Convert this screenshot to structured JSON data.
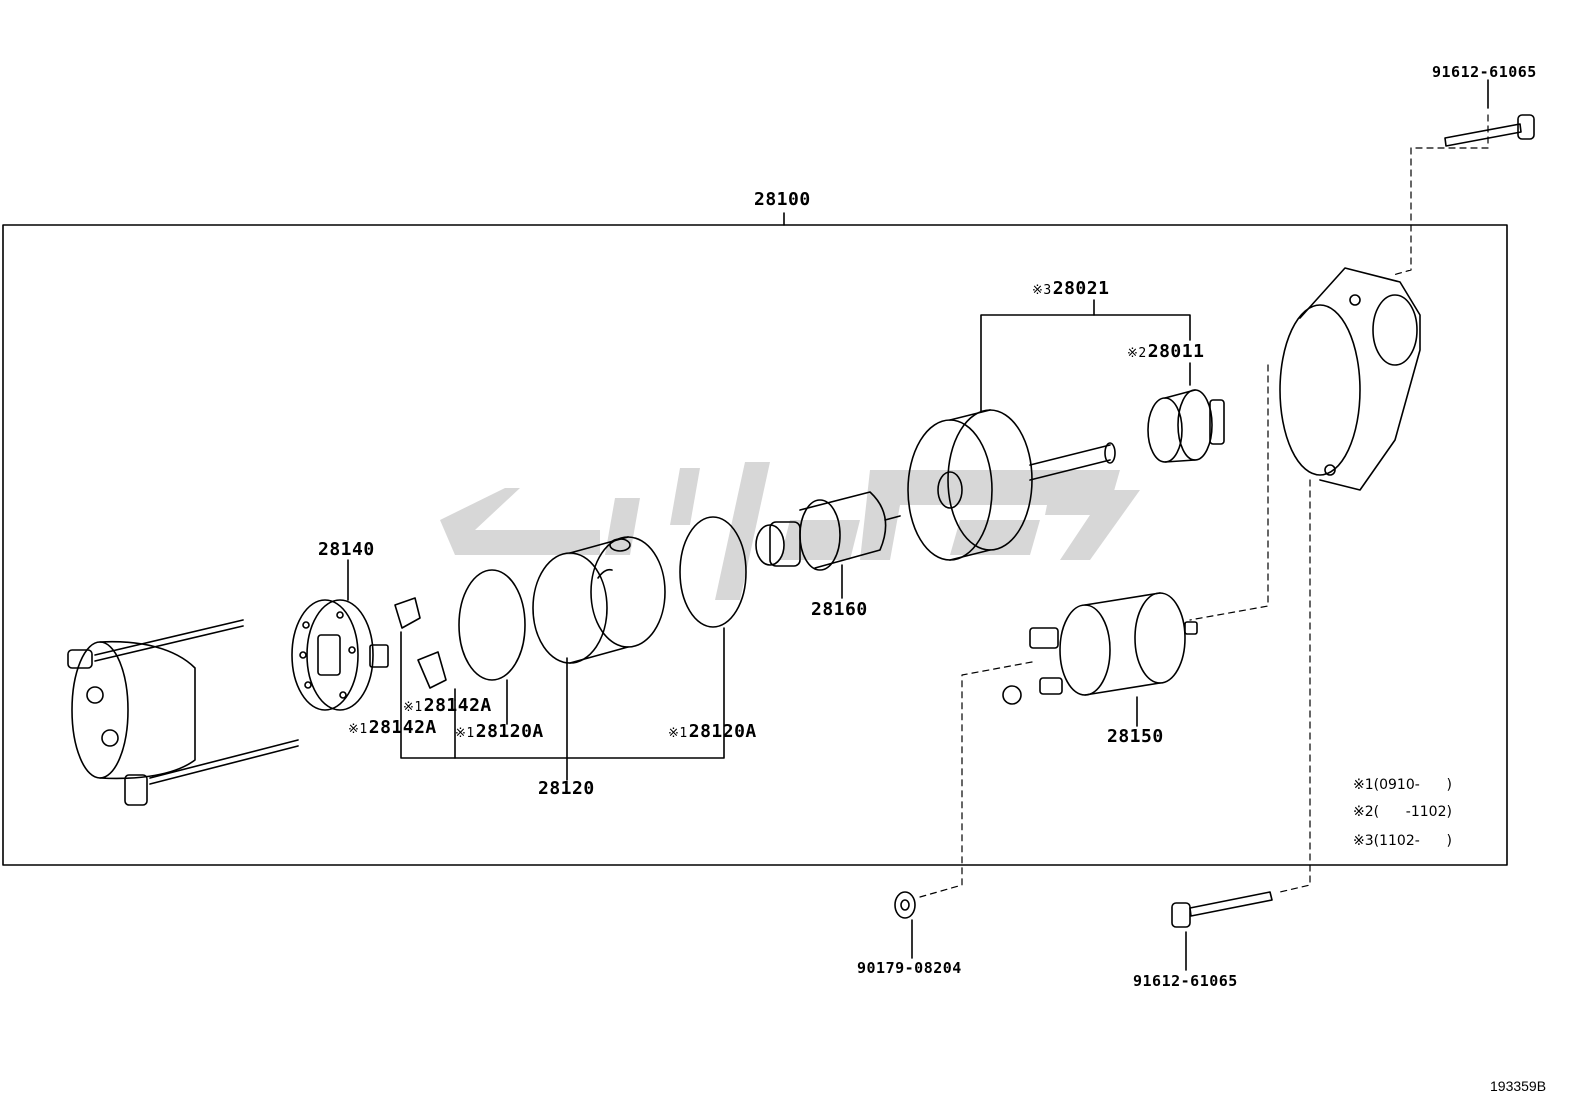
{
  "diagram": {
    "figure_id": "193359B",
    "assembly": {
      "part_no": "28100"
    },
    "parts": [
      {
        "key": "starter_bolt_top",
        "part_no": "91612-61065"
      },
      {
        "key": "drive_housing_assembly",
        "marker": "※3",
        "part_no": "28021"
      },
      {
        "key": "clutch_sub_assembly",
        "marker": "※2",
        "part_no": "28011"
      },
      {
        "key": "brush_holder",
        "part_no": "28140"
      },
      {
        "key": "armature",
        "part_no": "28160"
      },
      {
        "key": "magnet_switch",
        "part_no": "28150"
      },
      {
        "key": "brush_a",
        "marker": "※1",
        "part_no": "28142A"
      },
      {
        "key": "brush_b",
        "marker": "※1",
        "part_no": "28142A"
      },
      {
        "key": "yoke_ring_a",
        "marker": "※1",
        "part_no": "28120A"
      },
      {
        "key": "yoke_ring_b",
        "marker": "※1",
        "part_no": "28120A"
      },
      {
        "key": "yoke_assembly",
        "part_no": "28120"
      },
      {
        "key": "nut",
        "part_no": "90179-08204"
      },
      {
        "key": "starter_bolt_bottom",
        "part_no": "91612-61065"
      }
    ],
    "notes": [
      {
        "marker": "※1",
        "text": "(0910-      )"
      },
      {
        "marker": "※2",
        "text": "(      -1102)"
      },
      {
        "marker": "※3",
        "text": "(1102-      )"
      }
    ],
    "colors": {
      "line": "#000000",
      "watermark": "#d3d3d3",
      "background": "#ffffff"
    }
  }
}
